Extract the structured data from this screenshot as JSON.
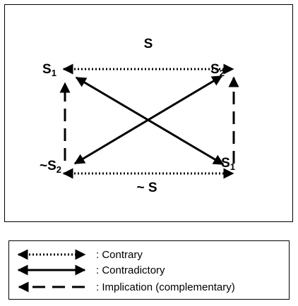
{
  "diagram": {
    "top_label": "S",
    "bottom_label": "~ S",
    "corners": {
      "top_left": {
        "base": "S",
        "sub": "1"
      },
      "top_right": {
        "base": "S",
        "sub": "2"
      },
      "bottom_left": {
        "base": "~S",
        "sub": "2"
      },
      "bottom_right": {
        "base": "~S",
        "sub": "1"
      }
    }
  },
  "legend": {
    "items": [
      {
        "style": "dotted",
        "label": ": Contrary"
      },
      {
        "style": "solid",
        "label": ": Contradictory"
      },
      {
        "style": "dashed",
        "label": ": Implication (complementary)"
      }
    ]
  }
}
